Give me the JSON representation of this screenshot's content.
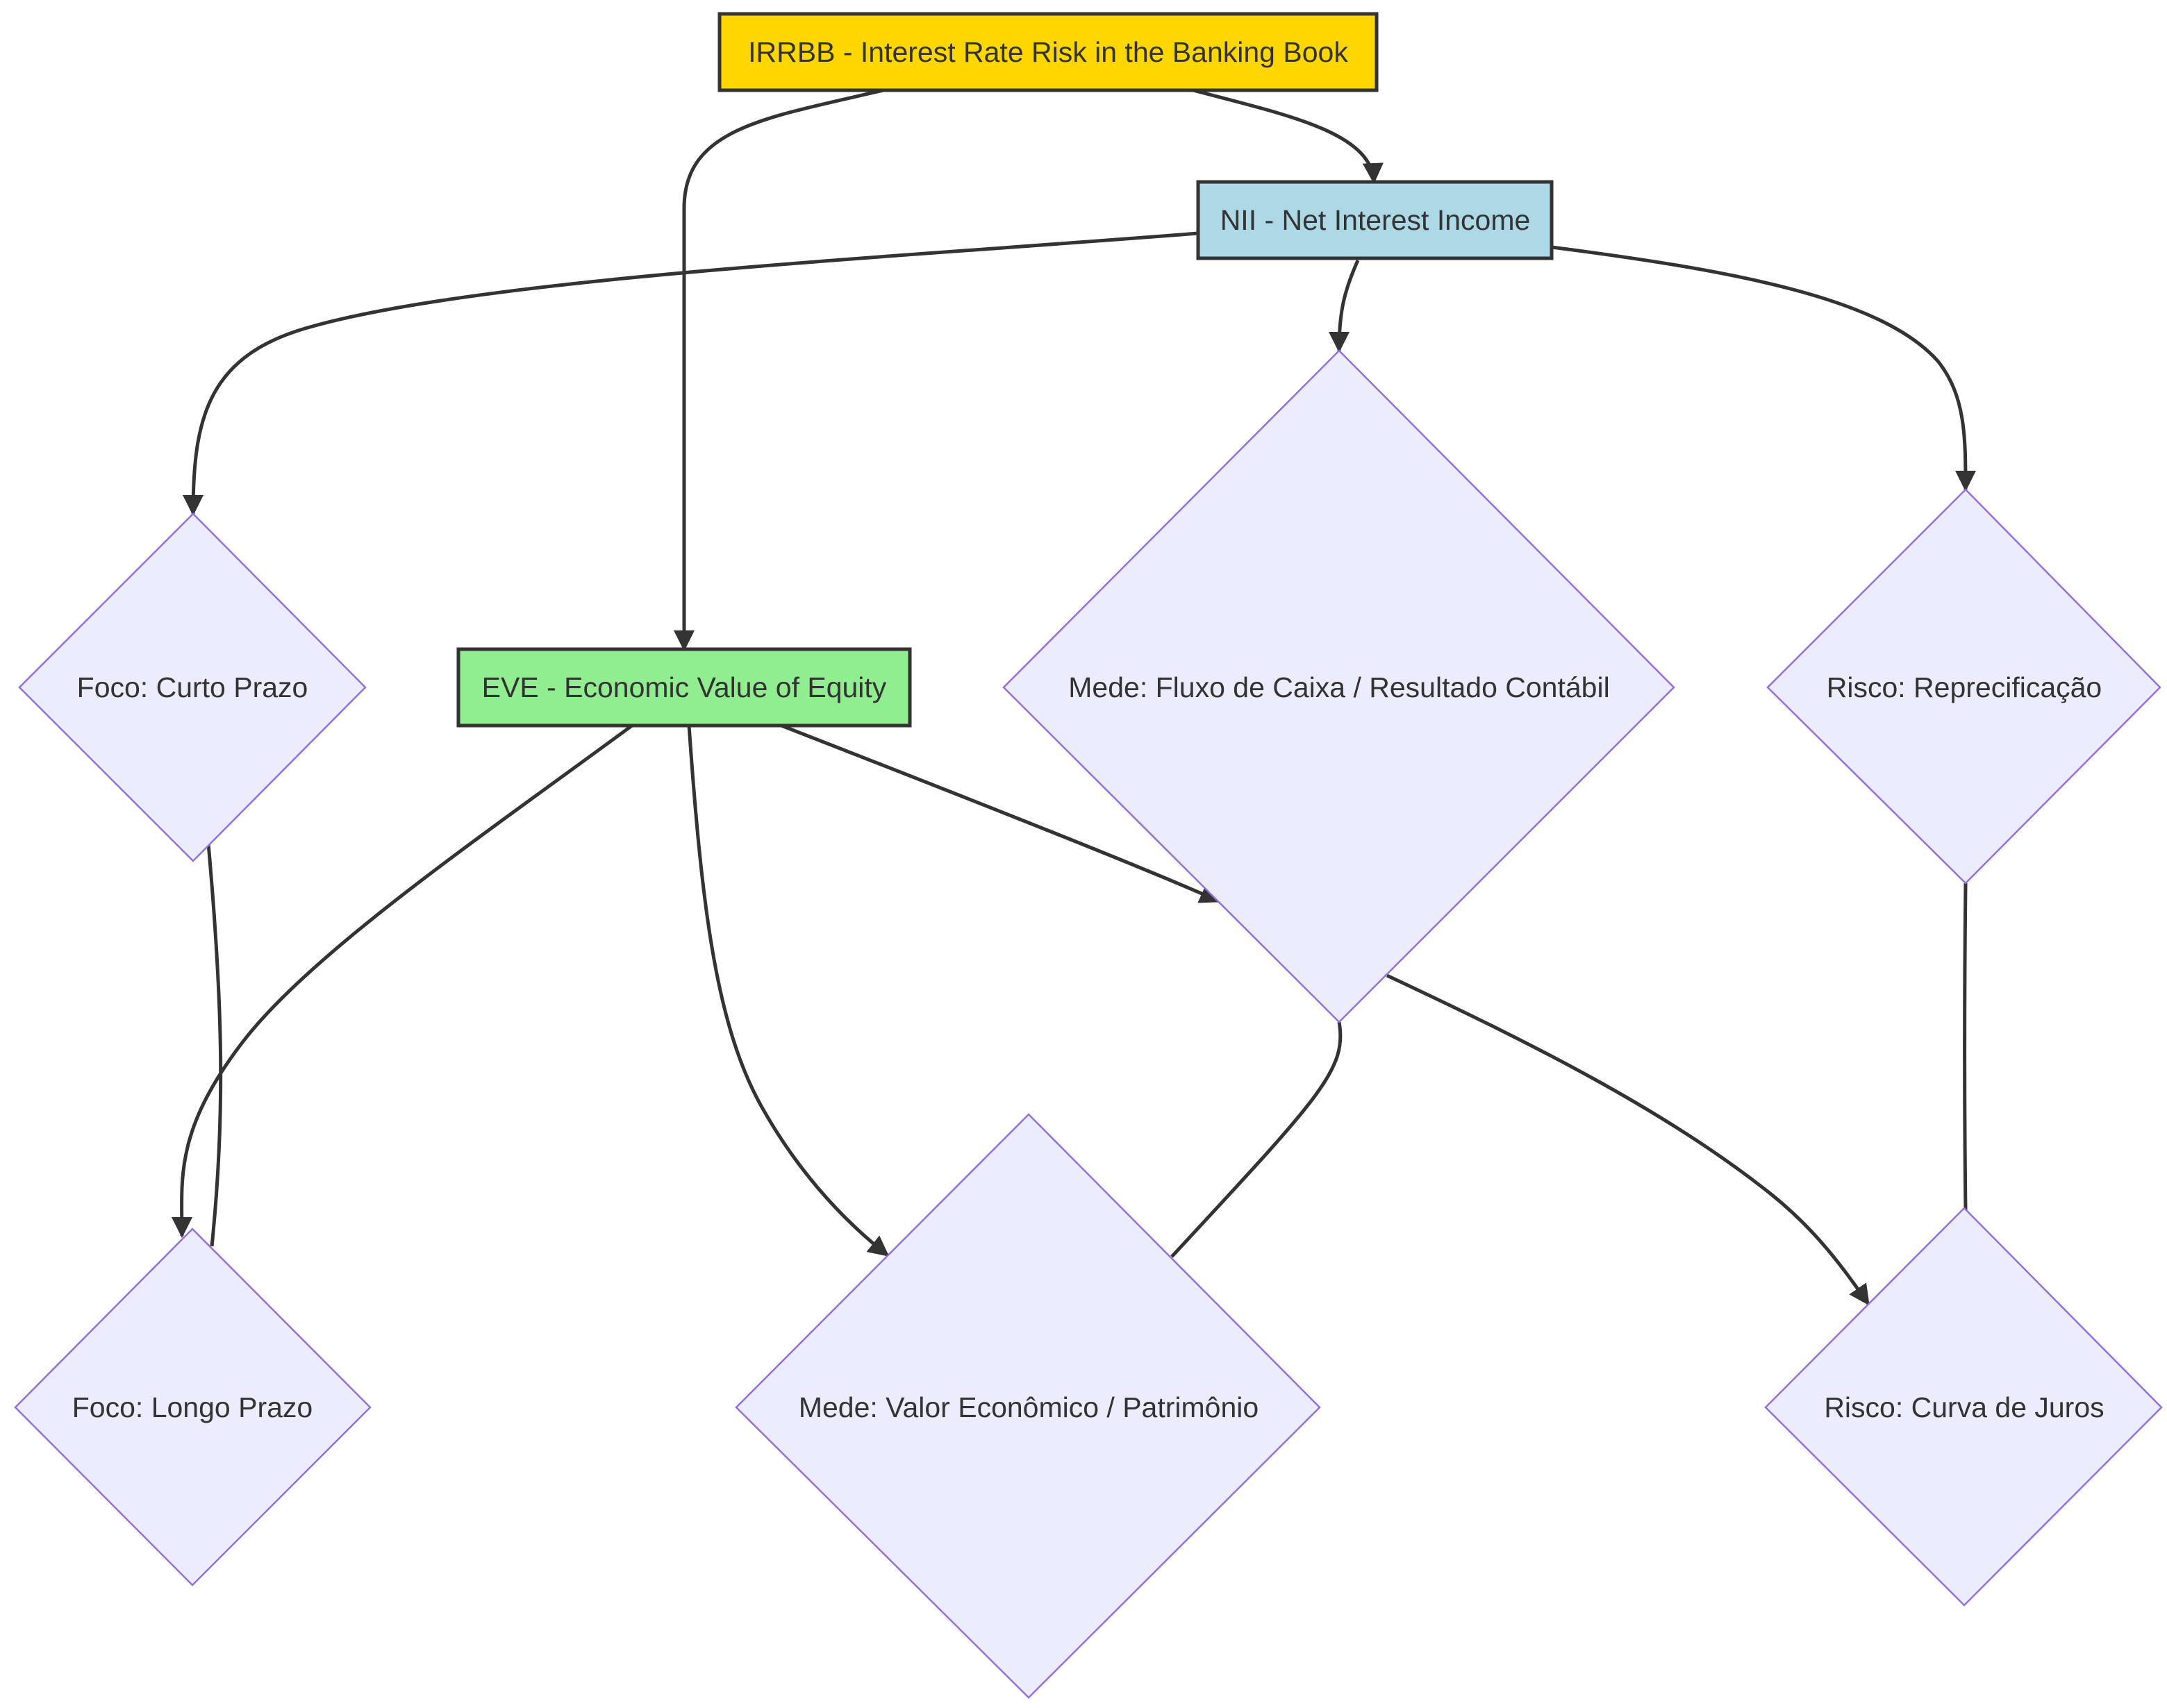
{
  "colors": {
    "irrbb_fill": "#ffd700",
    "nii_fill": "#add8e6",
    "eve_fill": "#90ee90",
    "diamond_fill": "#ececff",
    "diamond_stroke": "#9370db",
    "edge": "#333333"
  },
  "nodes": {
    "irrbb": "IRRBB - Interest Rate Risk in the Banking Book",
    "nii": "NII - Net Interest Income",
    "eve": "EVE - Economic Value of Equity",
    "foco_curto": "Foco: Curto Prazo",
    "mede_fluxo": "Mede: Fluxo de Caixa / Resultado Contábil",
    "risco_reprec": "Risco: Reprecificação",
    "foco_longo": "Foco: Longo Prazo",
    "mede_valor": "Mede: Valor Econômico / Patrimônio",
    "risco_curva": "Risco: Curva de Juros"
  }
}
